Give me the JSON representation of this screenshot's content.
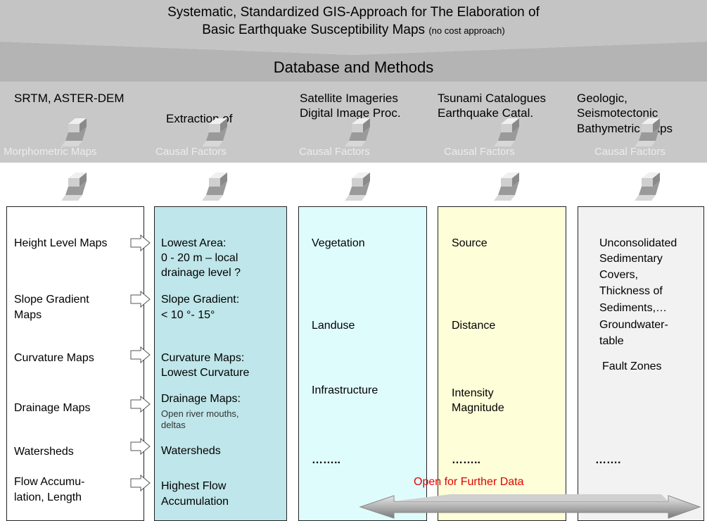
{
  "header": {
    "title_line1": "Systematic, Standardized GIS-Approach for  The Elaboration of",
    "title_line2": "Basic Earthquake Susceptibility Maps",
    "title_note": "(no cost approach)",
    "banner": "Database and Methods"
  },
  "sources": [
    {
      "lines": [
        "SRTM, ASTER-DEM"
      ],
      "caption": "Morphometric Maps"
    },
    {
      "lines": [
        "Extraction of"
      ],
      "caption": "Causal Factors"
    },
    {
      "lines": [
        "Satellite Imageries",
        "Digital Image Proc."
      ],
      "caption": "Causal Factors"
    },
    {
      "lines": [
        "Tsunami Catalogues",
        "Earthquake Catal."
      ],
      "caption": "Causal Factors"
    },
    {
      "lines": [
        "Geologic,",
        "Seismotectonic",
        "Bathymetric Maps"
      ],
      "caption": "Causal Factors"
    }
  ],
  "col1": [
    "Height Level Maps",
    "Slope Gradient",
    "Maps",
    "Curvature Maps",
    "Drainage Maps",
    "Watersheds",
    "Flow Accumu-",
    "lation, Length"
  ],
  "col2": {
    "lowest_area": [
      "Lowest Area:",
      "0 - 20 m – local",
      "drainage level ?"
    ],
    "slope": [
      "Slope Gradient:",
      "< 10 °- 15°"
    ],
    "curvature": [
      "Curvature Maps:",
      "Lowest Curvature"
    ],
    "drainage": "Drainage Maps:",
    "drainage_note": [
      "Open river mouths,",
      "deltas"
    ],
    "watersheds": "Watersheds",
    "flow": [
      "Highest Flow",
      "Accumulation"
    ]
  },
  "col3": [
    "Vegetation",
    "Landuse",
    "Infrastructure",
    "…….."
  ],
  "col4": [
    "Source",
    "Distance",
    "Intensity",
    "Magnitude",
    "…….."
  ],
  "col5": [
    "Unconsolidated",
    "Sedimentary",
    "Covers,",
    "Thickness of",
    "Sediments,…",
    "Groundwater-",
    "table",
    "Fault Zones",
    "……."
  ],
  "footer_note": "Open for Further Data",
  "colors": {
    "band": "#c8c8c8",
    "col2": "#bfe6ea",
    "col3": "#dffcfd",
    "col4": "#fefed8",
    "col5": "#f2f2f2",
    "note": "#e00000"
  }
}
